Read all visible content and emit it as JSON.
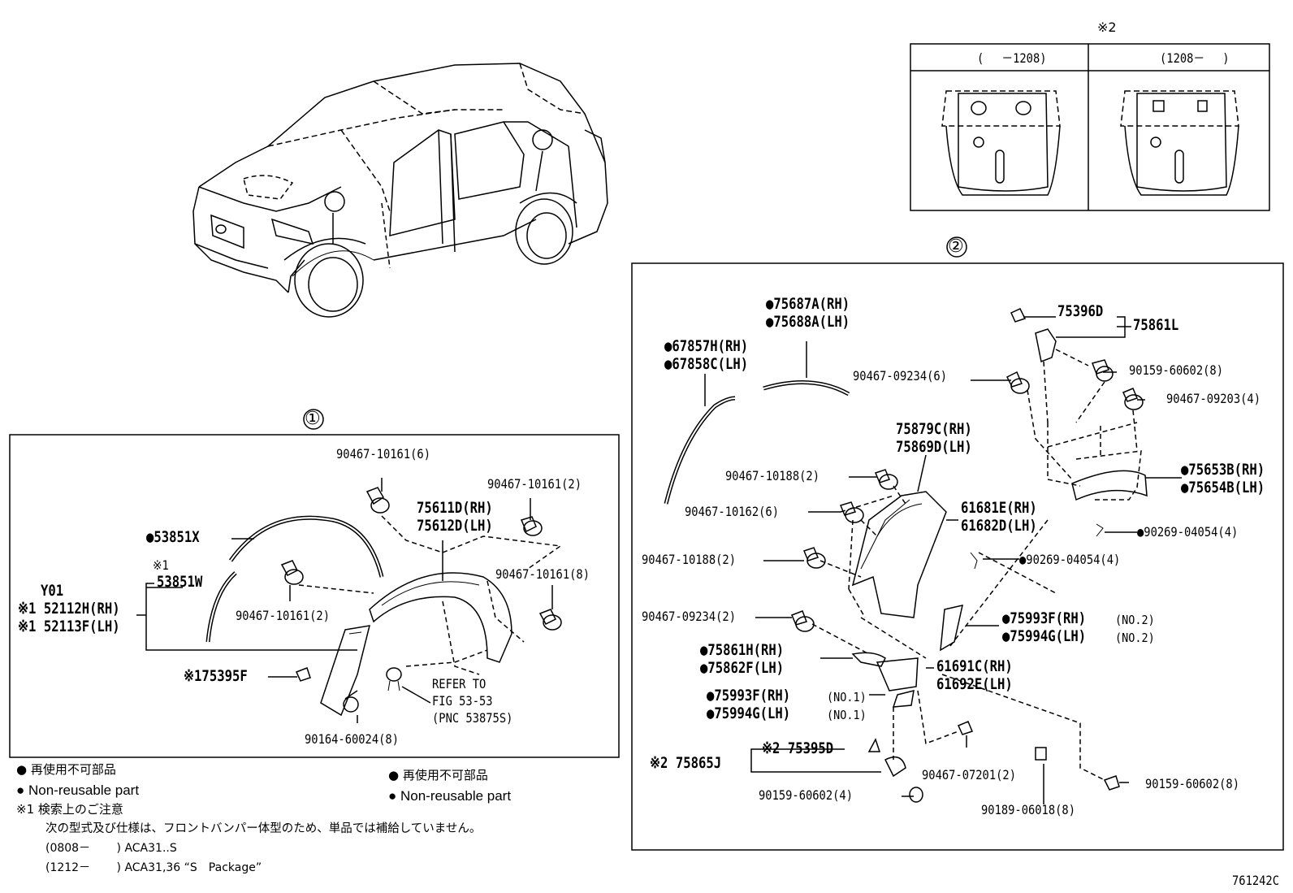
{
  "section_marks": {
    "one": "①",
    "two": "②",
    "note2": "※2"
  },
  "mark2_panel": {
    "left_header": "(　 －1208)",
    "right_header": "(1208－　 )"
  },
  "section1": {
    "p1": "90467-10161(6)",
    "p2": "90467-10161(2)",
    "p3": "●53851X",
    "p4a": "75611D(RH)",
    "p4b": "75612D(LH)",
    "p5": "※1",
    "p6": "53851W",
    "p7": "Y01",
    "p8a": "※1 52112H(RH)",
    "p8b": "※1 52113F(LH)",
    "p9": "90467-10161(2)",
    "p10": "90467-10161(8)",
    "p11": "※175395F",
    "p12a": "REFER TO",
    "p12b": "FIG 53-53",
    "p12c": "(PNC 53875S)",
    "p13": "90164-60024(8)"
  },
  "section2": {
    "a1": "●75687A(RH)",
    "a2": "●75688A(LH)",
    "b1": "●67857H(RH)",
    "b2": "●67858C(LH)",
    "c1": "75396D",
    "c2": "75861L",
    "d1": "90159-60602(8)",
    "e1": "90467-09234(6)",
    "e2": "90467-09203(4)",
    "f1": "75879C(RH)",
    "f2": "75869D(LH)",
    "g1": "●75653B(RH)",
    "g2": "●75654B(LH)",
    "h1": "90467-10188(2)",
    "h2": "90467-10162(6)",
    "i1": "61681E(RH)",
    "i2": "61682D(LH)",
    "j1": "●90269-04054(4)",
    "j2": "●90269-04054(4)",
    "k1": "90467-10188(2)",
    "l1": "90467-09234(2)",
    "m1": "●75993F(RH)",
    "m1n": "(NO.2)",
    "m2": "●75994G(LH)",
    "m2n": "(NO.2)",
    "n1": "●75861H(RH)",
    "n2": "●75862F(LH)",
    "o1": "61691C(RH)",
    "o2": "61692E(LH)",
    "q1": "●75993F(RH)",
    "q1n": "(NO.1)",
    "q2": "●75994G(LH)",
    "q2n": "(NO.1)",
    "r1": "※2 75865J",
    "r2": "※2 75395D",
    "s1": "90467-07201(2)",
    "s2": "90159-60602(8)",
    "s3": "90159-60602(4)",
    "s4": "90189-06018(8)"
  },
  "notes": {
    "l1": "● 再使用不可部品",
    "l2": "● Non-reusable part",
    "l3": "※1 検索上のご注意",
    "l4": "次の型式及び仕様は、フロントバンパー体型のため、単品では補給していません。",
    "l5": "(0808－　　 ) ACA31..S",
    "l6": "(1212－　　 ) ACA31,36 “S　Package”",
    "r1": "● 再使用不可部品",
    "r2": "● Non-reusable part"
  },
  "figure_id": "761242C"
}
